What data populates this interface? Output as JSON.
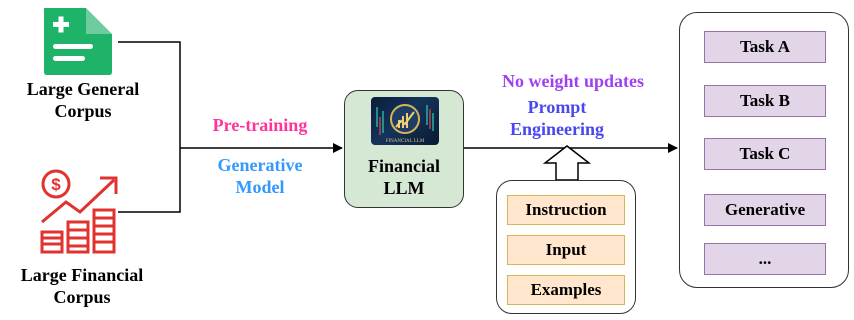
{
  "sources": {
    "general_corpus": {
      "line1": "Large General",
      "line2": "Corpus",
      "icon": "document-icon",
      "color": "#1fb36a"
    },
    "financial_corpus": {
      "line1": "Large Financial",
      "line2": "Corpus",
      "icon": "finance-growth-icon",
      "color": "#e0332f"
    }
  },
  "pretraining": {
    "label": "Pre-training",
    "color": "#ff3399"
  },
  "generative_model": {
    "line1": "Generative",
    "line2": "Model",
    "color": "#3399ff"
  },
  "llm": {
    "line1": "Financial",
    "line2": "LLM",
    "logo_caption": "FINANCIAL LLM",
    "fill": "#d5e8d4"
  },
  "adaptation": {
    "no_weight_updates": "No weight updates",
    "prompt_line1": "Prompt",
    "prompt_line2": "Engineering"
  },
  "prompt_components": [
    "Instruction",
    "Input",
    "Examples"
  ],
  "tasks": [
    "Task A",
    "Task B",
    "Task C",
    "Generative",
    "..."
  ]
}
